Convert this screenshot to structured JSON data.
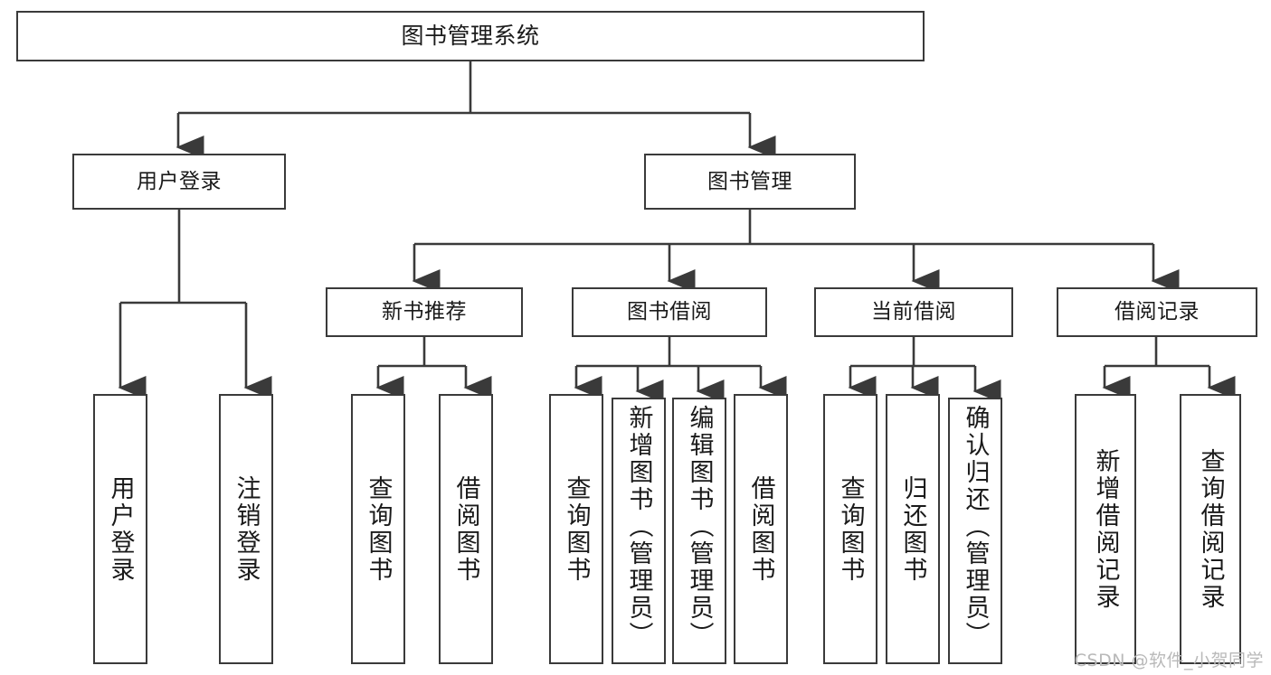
{
  "diagram": {
    "title": "图书管理系统",
    "watermark": "CSDN @软件_小贺同学",
    "colors": {
      "stroke": "#3a3a3a",
      "fill": "#ffffff",
      "text": "#1a1a1a",
      "watermark": "#b9b9b9"
    },
    "root": {
      "label": "图书管理系统"
    },
    "level1": [
      {
        "label": "用户登录"
      },
      {
        "label": "图书管理"
      }
    ],
    "level2": [
      {
        "label": "新书推荐"
      },
      {
        "label": "图书借阅"
      },
      {
        "label": "当前借阅"
      },
      {
        "label": "借阅记录"
      }
    ],
    "leaves": {
      "user_login": [
        {
          "label": "用户登录"
        },
        {
          "label": "注销登录"
        }
      ],
      "new_book_recommend": [
        {
          "label": "查询图书"
        },
        {
          "label": "借阅图书"
        }
      ],
      "book_borrow": [
        {
          "label": "查询图书"
        },
        {
          "label": "新增图书（管理员）"
        },
        {
          "label": "编辑图书（管理员）"
        },
        {
          "label": "借阅图书"
        }
      ],
      "current_borrow": [
        {
          "label": "查询图书"
        },
        {
          "label": "归还图书"
        },
        {
          "label": "确认归还（管理员）"
        }
      ],
      "borrow_record": [
        {
          "label": "新增借阅记录"
        },
        {
          "label": "查询借阅记录"
        }
      ]
    }
  }
}
